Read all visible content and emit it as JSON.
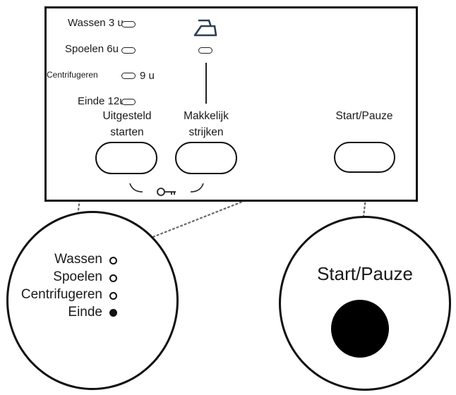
{
  "panel": {
    "programme_steps": [
      {
        "label": "Wassen",
        "time": "3 u"
      },
      {
        "label": "Spoelen",
        "time": "6u"
      },
      {
        "label": "Centrifugeren",
        "time": "9 u"
      },
      {
        "label": "Einde",
        "time": "12u"
      }
    ],
    "delay_button_label": [
      "Uitgesteld",
      "starten"
    ],
    "iron_button_label": [
      "Makkelijk",
      "strijken"
    ],
    "start_button_label": "Start/Pauze",
    "iron_icon": "iron-icon",
    "lock_icon": "key-icon"
  },
  "zoom_left": {
    "steps": [
      {
        "label": "Wassen",
        "active": false
      },
      {
        "label": "Spoelen",
        "active": false
      },
      {
        "label": "Centrifugeren",
        "active": false
      },
      {
        "label": "Einde",
        "active": true
      }
    ]
  },
  "zoom_right": {
    "label": "Start/Pauze",
    "indicator": "filled-circle"
  },
  "colors": {
    "line": "#111111",
    "leader": "#666666"
  }
}
